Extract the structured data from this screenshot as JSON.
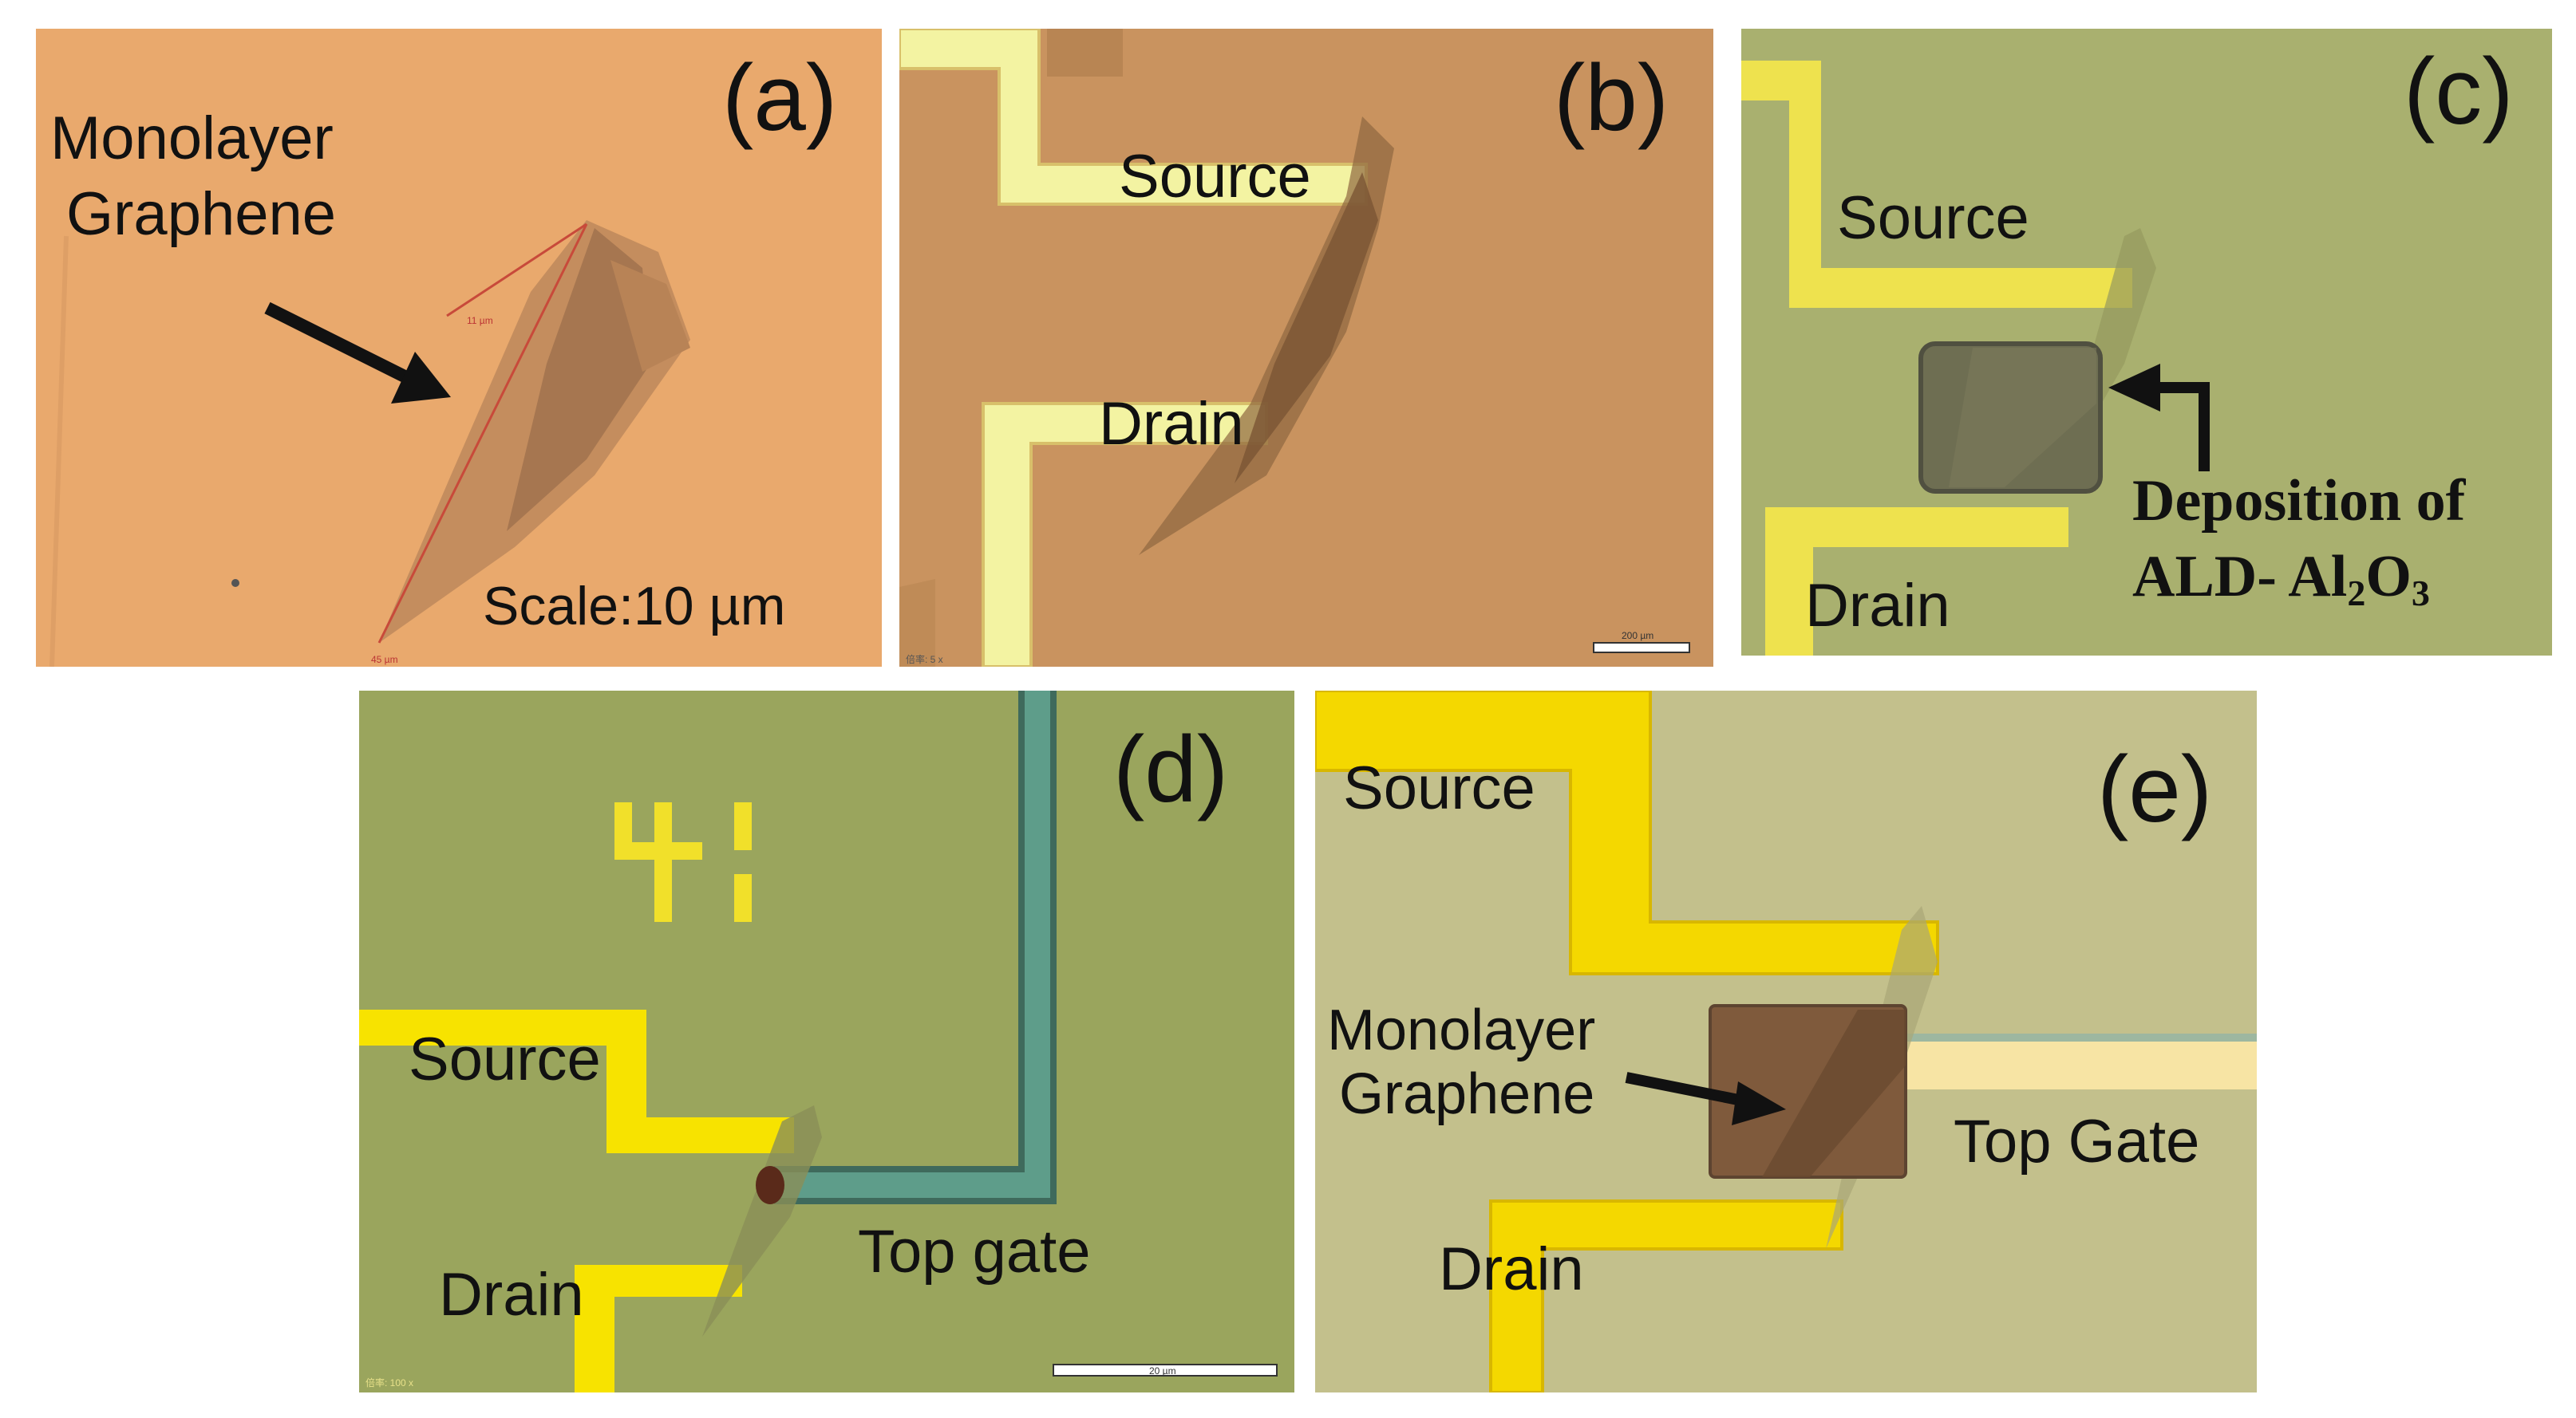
{
  "panels": {
    "a": {
      "label": "(a)",
      "material_label_line1": "Monolayer",
      "material_label_line2": "Graphene",
      "scale": "Scale:10 µm",
      "measure_1": "11 µm",
      "measure_2": "45 µm",
      "colors": {
        "substrate": "#e9a96d",
        "flake": "#a87a52"
      }
    },
    "b": {
      "label": "(b)",
      "source": "Source",
      "drain": "Drain",
      "scalebar_text": "200 µm",
      "corner_text": "倍率: 5 x",
      "colors": {
        "substrate": "#c9935f",
        "electrode": "#f3f3a2"
      }
    },
    "c": {
      "label": "(c)",
      "source": "Source",
      "drain": "Drain",
      "deposition_line1": "Deposition of",
      "deposition_line2": "ALD- Al",
      "sub_2": "2",
      "o_text": "O",
      "sub_3": "3",
      "colors": {
        "substrate": "#a9b06f",
        "electrode": "#f5e84a",
        "oxide": "#6e6e52"
      }
    },
    "d": {
      "label": "(d)",
      "chip_number": "41",
      "source": "Source",
      "drain": "Drain",
      "top_gate": "Top gate",
      "scalebar_text": "20 µm",
      "corner_text": "倍率: 100 x",
      "colors": {
        "substrate": "#9aa55d",
        "electrode": "#f7e300",
        "gate": "#5e9d8a"
      }
    },
    "e": {
      "label": "(e)",
      "source": "Source",
      "drain": "Drain",
      "top_gate": "Top Gate",
      "material_label_line1": "Monolayer",
      "material_label_line2": "Graphene",
      "colors": {
        "substrate": "#c3c08c",
        "electrode": "#f4d800",
        "oxide": "#7f5a3c",
        "gate": "#f7e4a4"
      }
    }
  }
}
